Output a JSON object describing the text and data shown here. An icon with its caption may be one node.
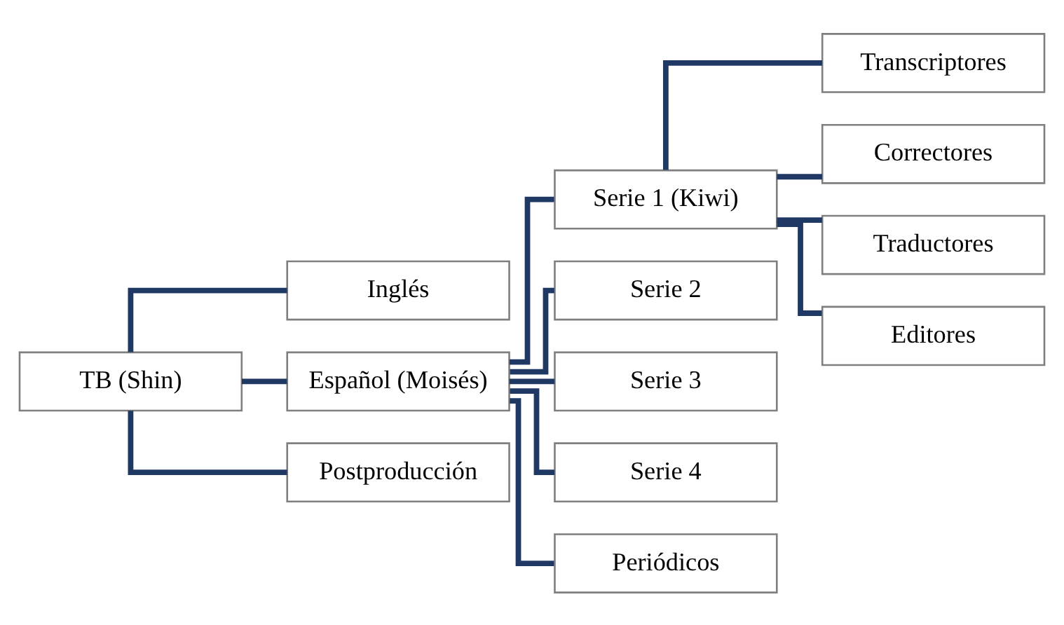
{
  "diagram": {
    "nodes": [
      {
        "text": [
          "TB (Shin)"
        ]
      },
      {
        "text": [
          "Inglés"
        ]
      },
      {
        "text": [
          "Español (Moisés)"
        ]
      },
      {
        "text": [
          "Postproducción"
        ]
      },
      {
        "text": [
          "Serie 1 (Kiwi)"
        ]
      },
      {
        "text": [
          "Serie 2"
        ]
      },
      {
        "text": [
          "Serie 3"
        ]
      },
      {
        "text": [
          "Serie 4"
        ]
      },
      {
        "text": [
          "Periódicos"
        ]
      },
      {
        "text": [
          "Transcriptores"
        ]
      },
      {
        "text": [
          "Correctores"
        ]
      },
      {
        "text": [
          "Traductores"
        ]
      },
      {
        "text": [
          "Editores"
        ]
      }
    ],
    "edges": [
      {
        "from": 0,
        "to": 1,
        "arrow": "none"
      },
      {
        "from": 0,
        "to": 2,
        "arrow": "none"
      },
      {
        "from": 0,
        "to": 3,
        "arrow": "none"
      },
      {
        "from": 2,
        "to": 4,
        "arrow": "none"
      },
      {
        "from": 2,
        "to": 5,
        "arrow": "none"
      },
      {
        "from": 2,
        "to": 6,
        "arrow": "none"
      },
      {
        "from": 2,
        "to": 7,
        "arrow": "none"
      },
      {
        "from": 2,
        "to": 8,
        "arrow": "none"
      },
      {
        "from": 4,
        "to": 9,
        "arrow": "none"
      },
      {
        "from": 4,
        "to": 10,
        "arrow": "none"
      },
      {
        "from": 4,
        "to": 11,
        "arrow": "none"
      },
      {
        "from": 4,
        "to": 12,
        "arrow": "none"
      }
    ]
  }
}
